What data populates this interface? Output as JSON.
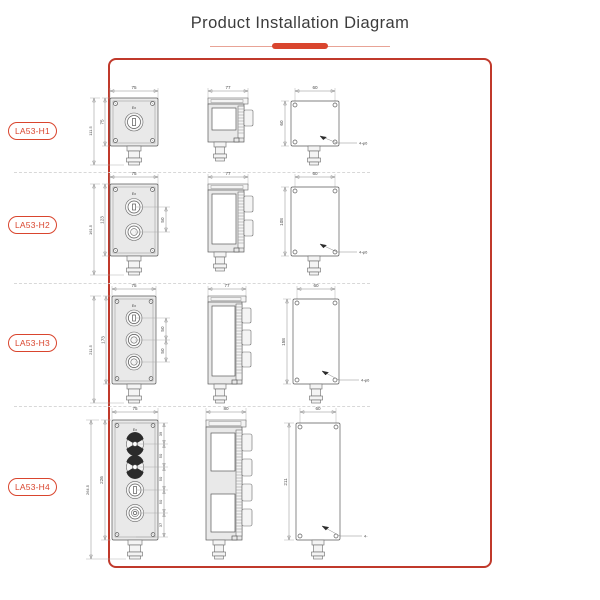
{
  "title": "Product Installation Diagram",
  "frame": {
    "border_color": "#c0392b",
    "accent_color": "#d9452e"
  },
  "rows": [
    {
      "label": "LA53-H1",
      "views": {
        "front": {
          "width": "75",
          "inner_height": "75",
          "total_height": "111.5",
          "marking": "Ex",
          "buttons": 1
        },
        "side": {
          "width": "77"
        },
        "rear": {
          "width": "60",
          "height": "60",
          "hole_callout": "4-φ6"
        }
      }
    },
    {
      "label": "LA53-H2",
      "views": {
        "front": {
          "width": "75",
          "inner_height": "123",
          "total_height": "161.5",
          "marking": "Ex",
          "buttons": 2,
          "pitches": [
            "50"
          ]
        },
        "side": {
          "width": "77"
        },
        "rear": {
          "width": "60",
          "height": "108",
          "hole_callout": "4-φ6"
        }
      }
    },
    {
      "label": "LA53-H3",
      "views": {
        "front": {
          "width": "75",
          "inner_height": "173",
          "total_height": "211.5",
          "marking": "Ex",
          "buttons": 3,
          "pitches": [
            "50",
            "50"
          ]
        },
        "side": {
          "width": "77"
        },
        "rear": {
          "width": "60",
          "height": "158",
          "hole_callout": "4-φ6"
        }
      }
    },
    {
      "label": "LA53-H4",
      "views": {
        "front": {
          "width": "75",
          "inner_height": "226",
          "total_height": "264.5",
          "marking": "Ex",
          "buttons": 4,
          "pitches": [
            "39",
            "50",
            "50",
            "50",
            "37"
          ]
        },
        "side": {
          "width": "80"
        },
        "rear": {
          "width": "60",
          "height": "211",
          "hole_callout": "4-"
        }
      }
    }
  ]
}
